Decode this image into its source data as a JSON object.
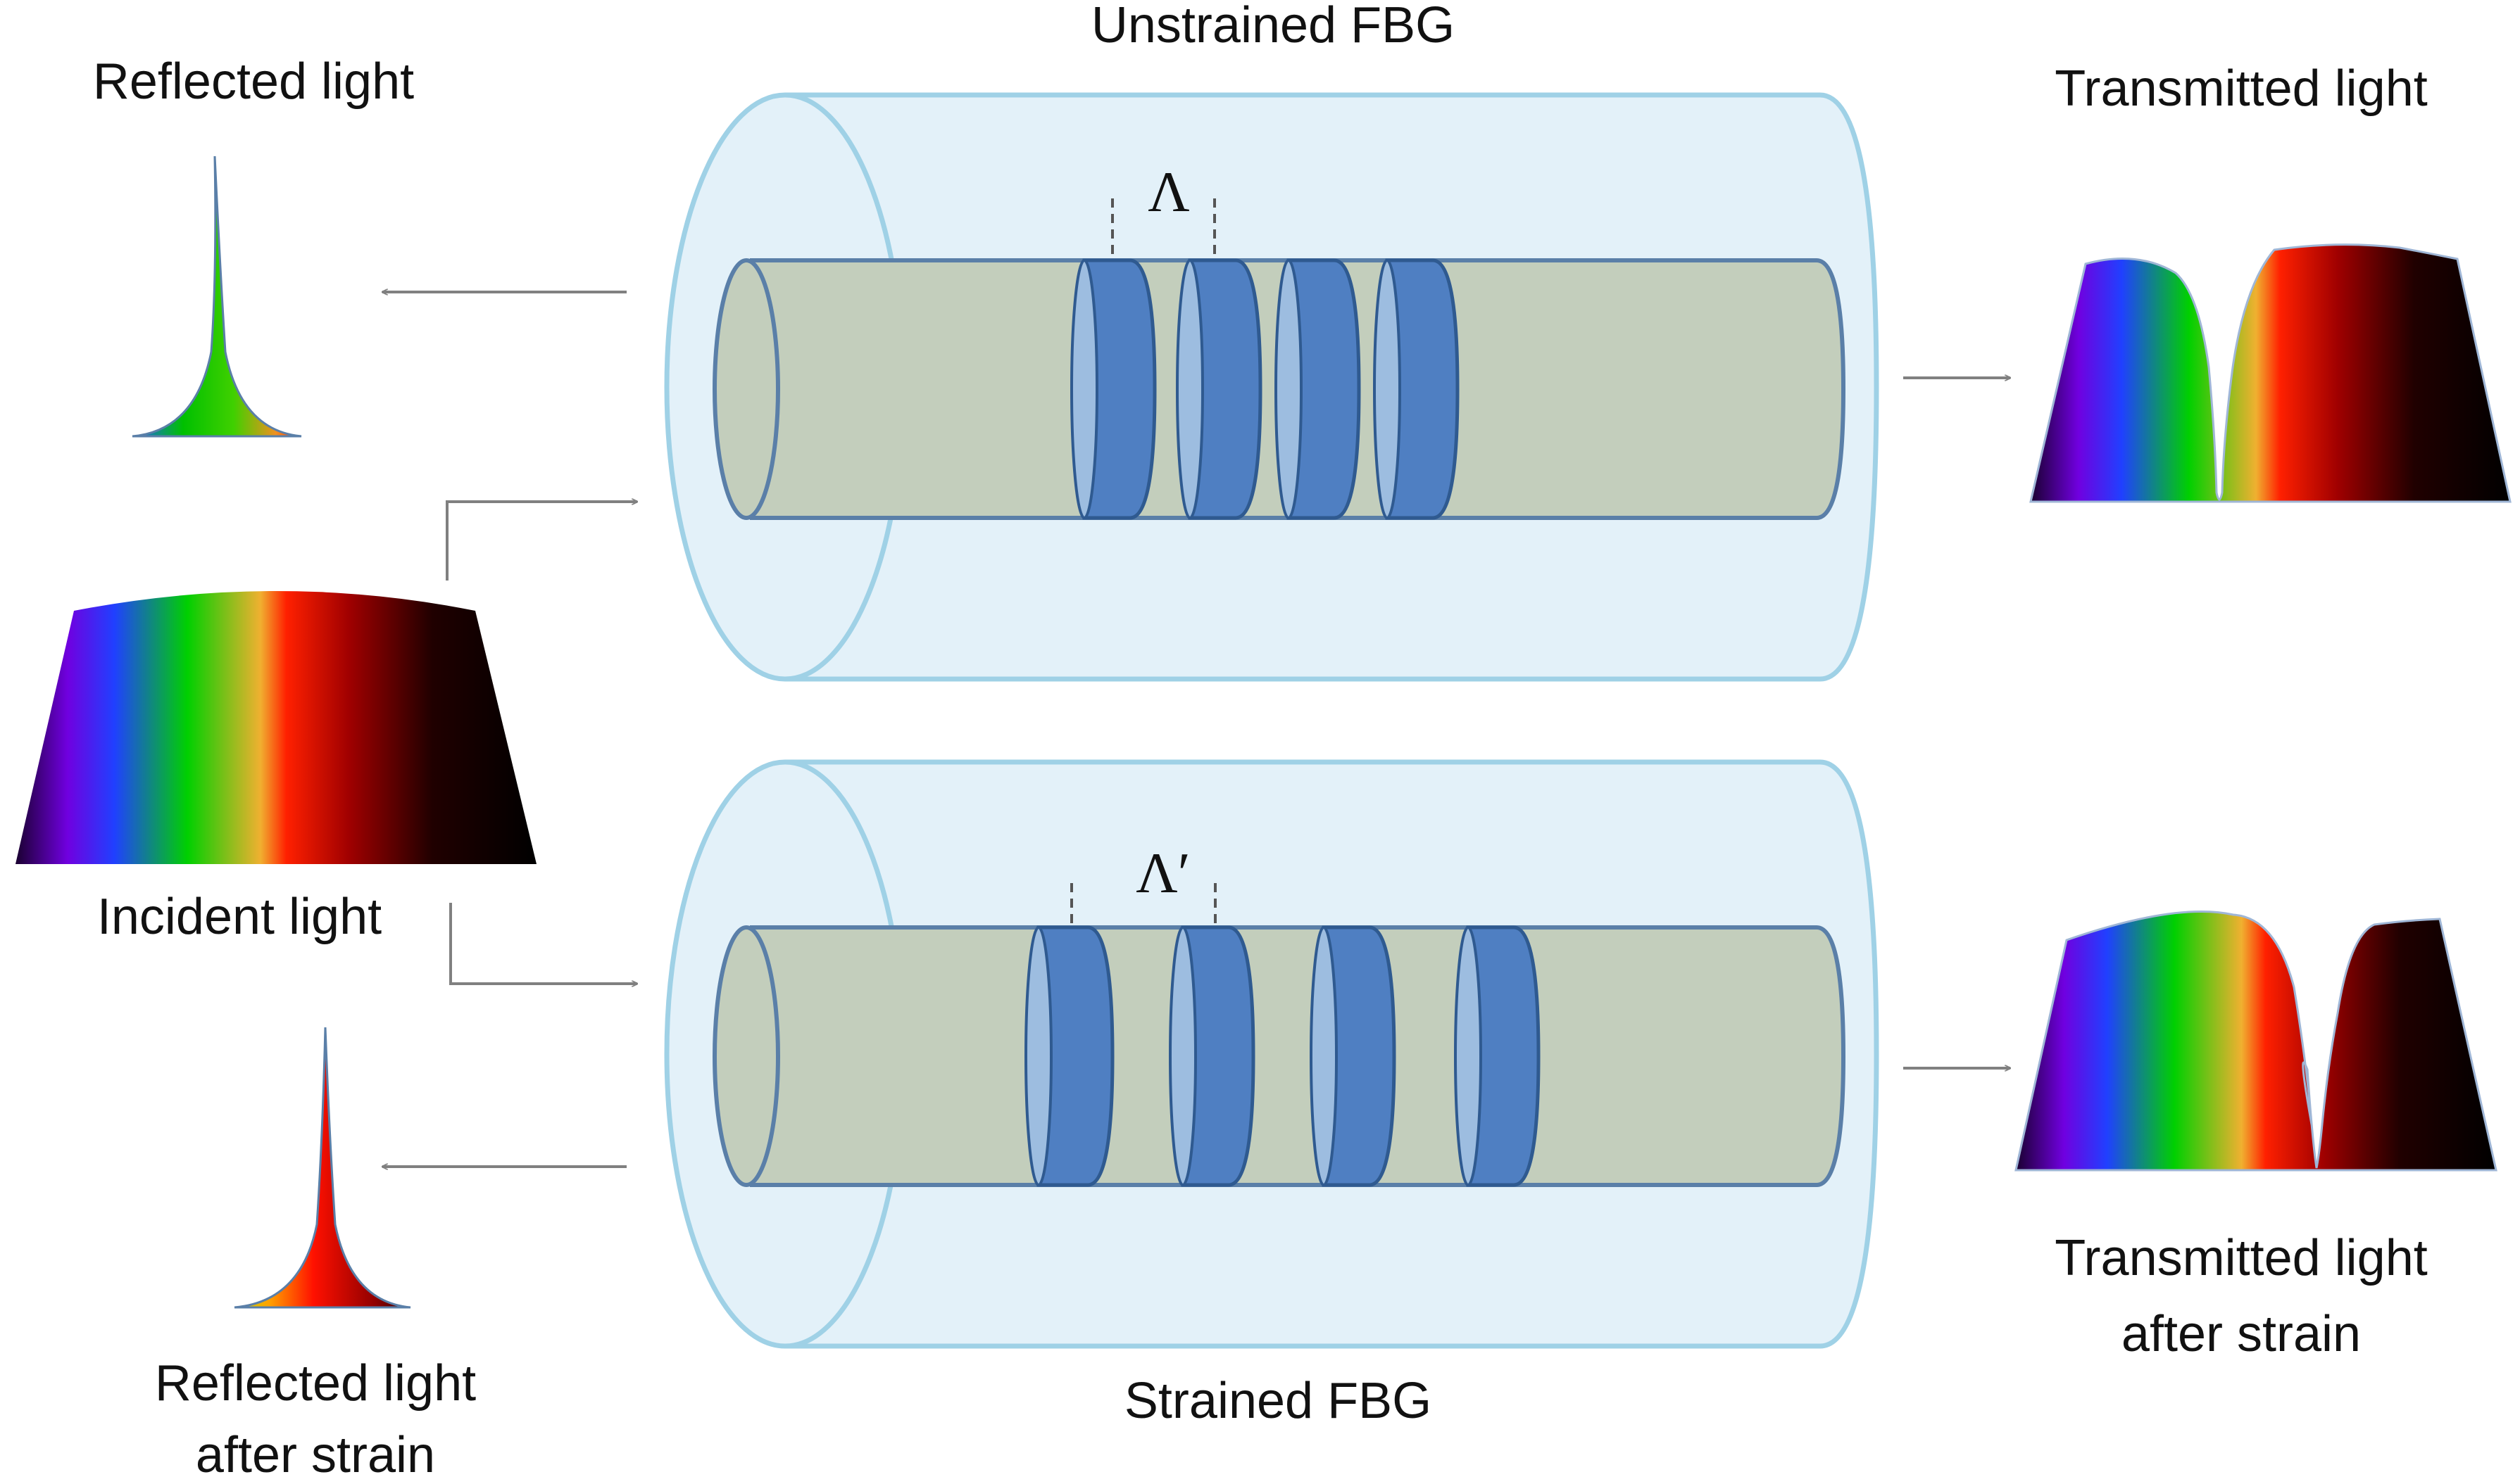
{
  "labels": {
    "unstrained_fbg": "Unstrained  FBG",
    "strained_fbg": "Strained  FBG",
    "reflected_light": "Reflected light",
    "transmitted_light": "Transmitted light",
    "incident_light": "Incident light",
    "reflected_after_strain_line1": "Reflected light",
    "reflected_after_strain_line2": "after strain",
    "transmitted_after_strain_line1": "Transmitted light",
    "transmitted_after_strain_line2": "after strain",
    "grating_period": "Λ",
    "grating_period_strained": "Λ′"
  },
  "colors": {
    "cladding_fill": "#e3f1f9",
    "cladding_stroke": "#9fd1e6",
    "core_fill": "#c3cebc",
    "core_stroke": "#5a7fa8",
    "grating_fill": "#4f7fc2",
    "grating_stroke": "#2f5a90",
    "grating_inner": "#9dbde0",
    "arrow": "#808080",
    "spectrum": [
      "#1a0030",
      "#7000e0",
      "#2040ff",
      "#00d000",
      "#f0b030",
      "#ff2000",
      "#a00000",
      "#200000",
      "#000000"
    ]
  }
}
